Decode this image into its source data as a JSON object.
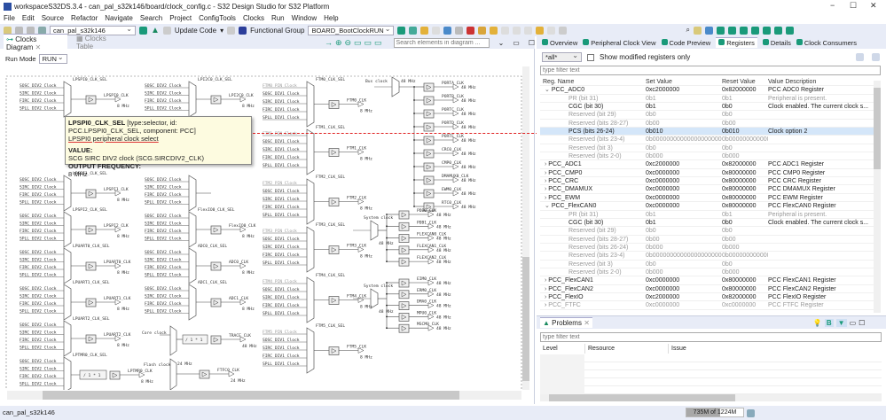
{
  "window": {
    "title": "workspaceS32DS.3.4 - can_pal_s32k146/board/clock_config.c - S32 Design Studio for S32 Platform"
  },
  "menu": [
    "File",
    "Edit",
    "Source",
    "Refactor",
    "Navigate",
    "Search",
    "Project",
    "ConfigTools",
    "Clocks",
    "Run",
    "Window",
    "Help"
  ],
  "toolbar": {
    "project": "can_pal_s32k146",
    "update_code": "Update Code",
    "functional_group_label": "Functional Group",
    "functional_group": "BOARD_BootClockRUN"
  },
  "left": {
    "tabs": [
      "Clocks Diagram",
      "Clocks Table"
    ],
    "search_placeholder": "Search elements in diagram ...",
    "run_mode_label": "Run Mode",
    "run_mode": "RUN"
  },
  "tooltip": {
    "title": "LPSPI0_CLK_SEL",
    "meta": "[type:selector, id: PCC.LPSPI0_CLK_SEL, component: PCC]",
    "desc": "LPSPI0 peripheral clock select",
    "value_label": "VALUE:",
    "value": "SCG SIRC DIV2 clock (SCG.SIRCDIV2_CLK)",
    "freq_label": "OUTPUT FREQUENCY:",
    "freq": "8 MHz"
  },
  "diagram": {
    "div2_inputs": [
      "SOSC DIV2 Clock",
      "SIRC DIV2 Clock",
      "FIRC DIV2 Clock",
      "SPLL DIV2 Clock"
    ],
    "div1_inputs": [
      "SOSC DIV1 Clock",
      "SIRC DIV1 Clock",
      "FIRC DIV1 Clock",
      "SPLL DIV1 Clock"
    ],
    "col1": [
      {
        "sel": "LPSPI0_CLK_SEL",
        "out": "LPSPI0_CLK",
        "freq": "8 MHz"
      },
      {
        "sel": "LPSPI1_CLK_SEL",
        "out": "LPSPI1_CLK",
        "freq": "8 MHz"
      },
      {
        "sel": "LPSPI2_CLK_SEL",
        "out": "LPSPI2_CLK",
        "freq": "8 MHz"
      },
      {
        "sel": "LPUART0_CLK_SEL",
        "out": "LPUART0_CLK",
        "freq": "8 MHz"
      },
      {
        "sel": "LPUART1_CLK_SEL",
        "out": "LPUART1_CLK",
        "freq": "8 MHz"
      },
      {
        "sel": "LPUART2_CLK_SEL",
        "out": "LPUART2_CLK",
        "freq": "8 MHz"
      },
      {
        "sel": "LPTMR0_CLK_SEL",
        "out": "LPTMR0_CLK",
        "freq": "8 MHz",
        "div": "/ 1 * 1"
      }
    ],
    "col2": [
      {
        "sel": "LPI2C0_CLK_SEL",
        "out": "LPI2C0_CLK",
        "freq": "8 MHz"
      },
      {
        "sel": "",
        "out": "",
        "freq": ""
      },
      {
        "sel": "FlexIO0_CLK_SEL",
        "out": "FlexIO0_CLK",
        "freq": "8 MHz"
      },
      {
        "sel": "ADC0_CLK_SEL",
        "out": "ADC0_CLK",
        "freq": "8 MHz"
      },
      {
        "sel": "ADC1_CLK_SEL",
        "out": "ADC1_CLK",
        "freq": "8 MHz"
      }
    ],
    "core": {
      "in": "Core clock",
      "div": "/ 1 * 1",
      "out": "TRACE_CLK",
      "freq": "48 MHz"
    },
    "flash": {
      "in": "Flash clock",
      "in_freq": "24 MHz",
      "out": "FTFC0_CLK",
      "freq": "24 MHz"
    },
    "col3": [
      {
        "sel": "FTM0_CLK_SEL",
        "pin": "FTM0 PIN Clock",
        "out": "FTM0_CLK",
        "freq": "8 MHz"
      },
      {
        "sel": "FTM1_CLK_SEL",
        "pin": "FTM1 PIN Clock",
        "out": "FTM1_CLK",
        "freq": "8 MHz"
      },
      {
        "sel": "FTM2_CLK_SEL",
        "pin": "FTM2 PIN Clock",
        "out": "FTM2_CLK",
        "freq": "8 MHz"
      },
      {
        "sel": "FTM3_CLK_SEL",
        "pin": "FTM3 PIN Clock",
        "out": "FTM3_CLK",
        "freq": "8 MHz"
      },
      {
        "sel": "FTM4_CLK_SEL",
        "pin": "FTM4 PIN Clock",
        "out": "FTM4_CLK",
        "freq": "8 MHz"
      },
      {
        "sel": "FTM5_CLK_SEL",
        "pin": "FTM5 PIN Clock",
        "out": "FTM5_CLK",
        "freq": "8 MHz"
      }
    ],
    "gate_groups": [
      {
        "src": "Bus clock",
        "freq": "48 MHz",
        "gates": [
          "PORTA_CLK",
          "PORTB_CLK",
          "PORTC_CLK",
          "PORTD_CLK",
          "PORTE_CLK",
          "CRC0_CLK",
          "CMP0_CLK",
          "DMAMUX0_CLK",
          "EWM0_CLK",
          "RTC0_CLK"
        ]
      },
      {
        "src": "System clock",
        "freq": "48 MHz",
        "gates": [
          "PDB0_CLK",
          "PDB1_CLK",
          "FLEXCAN0_CLK",
          "FLEXCAN1_CLK",
          "FLEXCAN2_CLK"
        ]
      },
      {
        "src": "System clock",
        "freq": "48 MHz",
        "gates": [
          "EIM0_CLK",
          "ERM0_CLK",
          "DMA0_CLK",
          "MPU0_CLK",
          "MSCM0_CLK"
        ]
      }
    ],
    "gate_freq": "48 MHz"
  },
  "right": {
    "tabs": [
      "Overview",
      "Peripheral Clock View",
      "Code Preview",
      "Registers",
      "Details",
      "Clock Consumers"
    ],
    "active_tab": "Registers",
    "filter_select": "*all*",
    "modified_only_label": "Show modified registers only",
    "filter_placeholder": "type filter text",
    "columns": [
      "Reg. Name",
      "Set Value",
      "Reset Value",
      "Value Description"
    ],
    "rows": [
      {
        "lvl": 0,
        "exp": "open",
        "name": "PCC_ADC0",
        "set": "0xc2000000",
        "reset": "0x82000000",
        "desc": "PCC ADC0 Register"
      },
      {
        "lvl": 1,
        "faded": true,
        "name": "PR (bit 31)",
        "set": "0b1",
        "reset": "0b1",
        "desc": "Peripheral is present."
      },
      {
        "lvl": 1,
        "name": "CGC (bit 30)",
        "set": "0b1",
        "reset": "0b0",
        "desc": "Clock enabled. The current clock s..."
      },
      {
        "lvl": 1,
        "faded": true,
        "name": "Reserved (bit 29)",
        "set": "0b0",
        "reset": "0b0",
        "desc": ""
      },
      {
        "lvl": 1,
        "faded": true,
        "name": "Reserved (bits 28-27)",
        "set": "0b00",
        "reset": "0b00",
        "desc": ""
      },
      {
        "lvl": 1,
        "selected": true,
        "name": "PCS (bits 26-24)",
        "set": "0b010",
        "reset": "0b010",
        "desc": "Clock option 2"
      },
      {
        "lvl": 1,
        "faded": true,
        "name": "Reserved (bits 23-4)",
        "set": "0b00000000000000000000",
        "reset": "0b000000000000...",
        "desc": ""
      },
      {
        "lvl": 1,
        "faded": true,
        "name": "Reserved (bit 3)",
        "set": "0b0",
        "reset": "0b0",
        "desc": ""
      },
      {
        "lvl": 1,
        "faded": true,
        "name": "Reserved (bits 2-0)",
        "set": "0b000",
        "reset": "0b000",
        "desc": ""
      },
      {
        "lvl": 0,
        "exp": "closed",
        "name": "PCC_ADC1",
        "set": "0xc2000000",
        "reset": "0x82000000",
        "desc": "PCC ADC1 Register"
      },
      {
        "lvl": 0,
        "exp": "closed",
        "name": "PCC_CMP0",
        "set": "0xc0000000",
        "reset": "0x80000000",
        "desc": "PCC CMP0 Register"
      },
      {
        "lvl": 0,
        "exp": "closed",
        "name": "PCC_CRC",
        "set": "0xc0000000",
        "reset": "0x80000000",
        "desc": "PCC CRC Register"
      },
      {
        "lvl": 0,
        "exp": "closed",
        "name": "PCC_DMAMUX",
        "set": "0xc0000000",
        "reset": "0x80000000",
        "desc": "PCC DMAMUX Register"
      },
      {
        "lvl": 0,
        "exp": "closed",
        "name": "PCC_EWM",
        "set": "0xc0000000",
        "reset": "0x80000000",
        "desc": "PCC EWM Register"
      },
      {
        "lvl": 0,
        "exp": "open",
        "name": "PCC_FlexCAN0",
        "set": "0xc0000000",
        "reset": "0x80000000",
        "desc": "PCC FlexCAN0 Register"
      },
      {
        "lvl": 1,
        "faded": true,
        "name": "PR (bit 31)",
        "set": "0b1",
        "reset": "0b1",
        "desc": "Peripheral is present."
      },
      {
        "lvl": 1,
        "name": "CGC (bit 30)",
        "set": "0b1",
        "reset": "0b0",
        "desc": "Clock enabled. The current clock s..."
      },
      {
        "lvl": 1,
        "faded": true,
        "name": "Reserved (bit 29)",
        "set": "0b0",
        "reset": "0b0",
        "desc": ""
      },
      {
        "lvl": 1,
        "faded": true,
        "name": "Reserved (bits 28-27)",
        "set": "0b00",
        "reset": "0b00",
        "desc": ""
      },
      {
        "lvl": 1,
        "faded": true,
        "name": "Reserved (bits 26-24)",
        "set": "0b000",
        "reset": "0b000",
        "desc": ""
      },
      {
        "lvl": 1,
        "faded": true,
        "name": "Reserved (bits 23-4)",
        "set": "0b00000000000000000000",
        "reset": "0b000000000000...",
        "desc": ""
      },
      {
        "lvl": 1,
        "faded": true,
        "name": "Reserved (bit 3)",
        "set": "0b0",
        "reset": "0b0",
        "desc": ""
      },
      {
        "lvl": 1,
        "faded": true,
        "name": "Reserved (bits 2-0)",
        "set": "0b000",
        "reset": "0b000",
        "desc": ""
      },
      {
        "lvl": 0,
        "exp": "closed",
        "name": "PCC_FlexCAN1",
        "set": "0xc0000000",
        "reset": "0x80000000",
        "desc": "PCC FlexCAN1 Register"
      },
      {
        "lvl": 0,
        "exp": "closed",
        "name": "PCC_FlexCAN2",
        "set": "0xc0000000",
        "reset": "0x80000000",
        "desc": "PCC FlexCAN2 Register"
      },
      {
        "lvl": 0,
        "exp": "closed",
        "name": "PCC_FlexIO",
        "set": "0xc2000000",
        "reset": "0x82000000",
        "desc": "PCC FlexIO Register"
      },
      {
        "lvl": 0,
        "exp": "closed",
        "faded": true,
        "name": "PCC_FTFC",
        "set": "0xc0000000",
        "reset": "0xc0000000",
        "desc": "PCC FTFC Register"
      }
    ]
  },
  "problems": {
    "title": "Problems",
    "filter_placeholder": "type filter text",
    "columns": [
      "Level",
      "Resource",
      "Issue"
    ]
  },
  "status": {
    "project": "can_pal_s32k146",
    "heap": "735M of 1224M",
    "heap_used_fraction": 0.6
  },
  "colors": {
    "accent": "#1a9a7a",
    "selection": "#d4e6f9",
    "highlight_line": "#e02020",
    "chrome": "#e8ecf7"
  }
}
